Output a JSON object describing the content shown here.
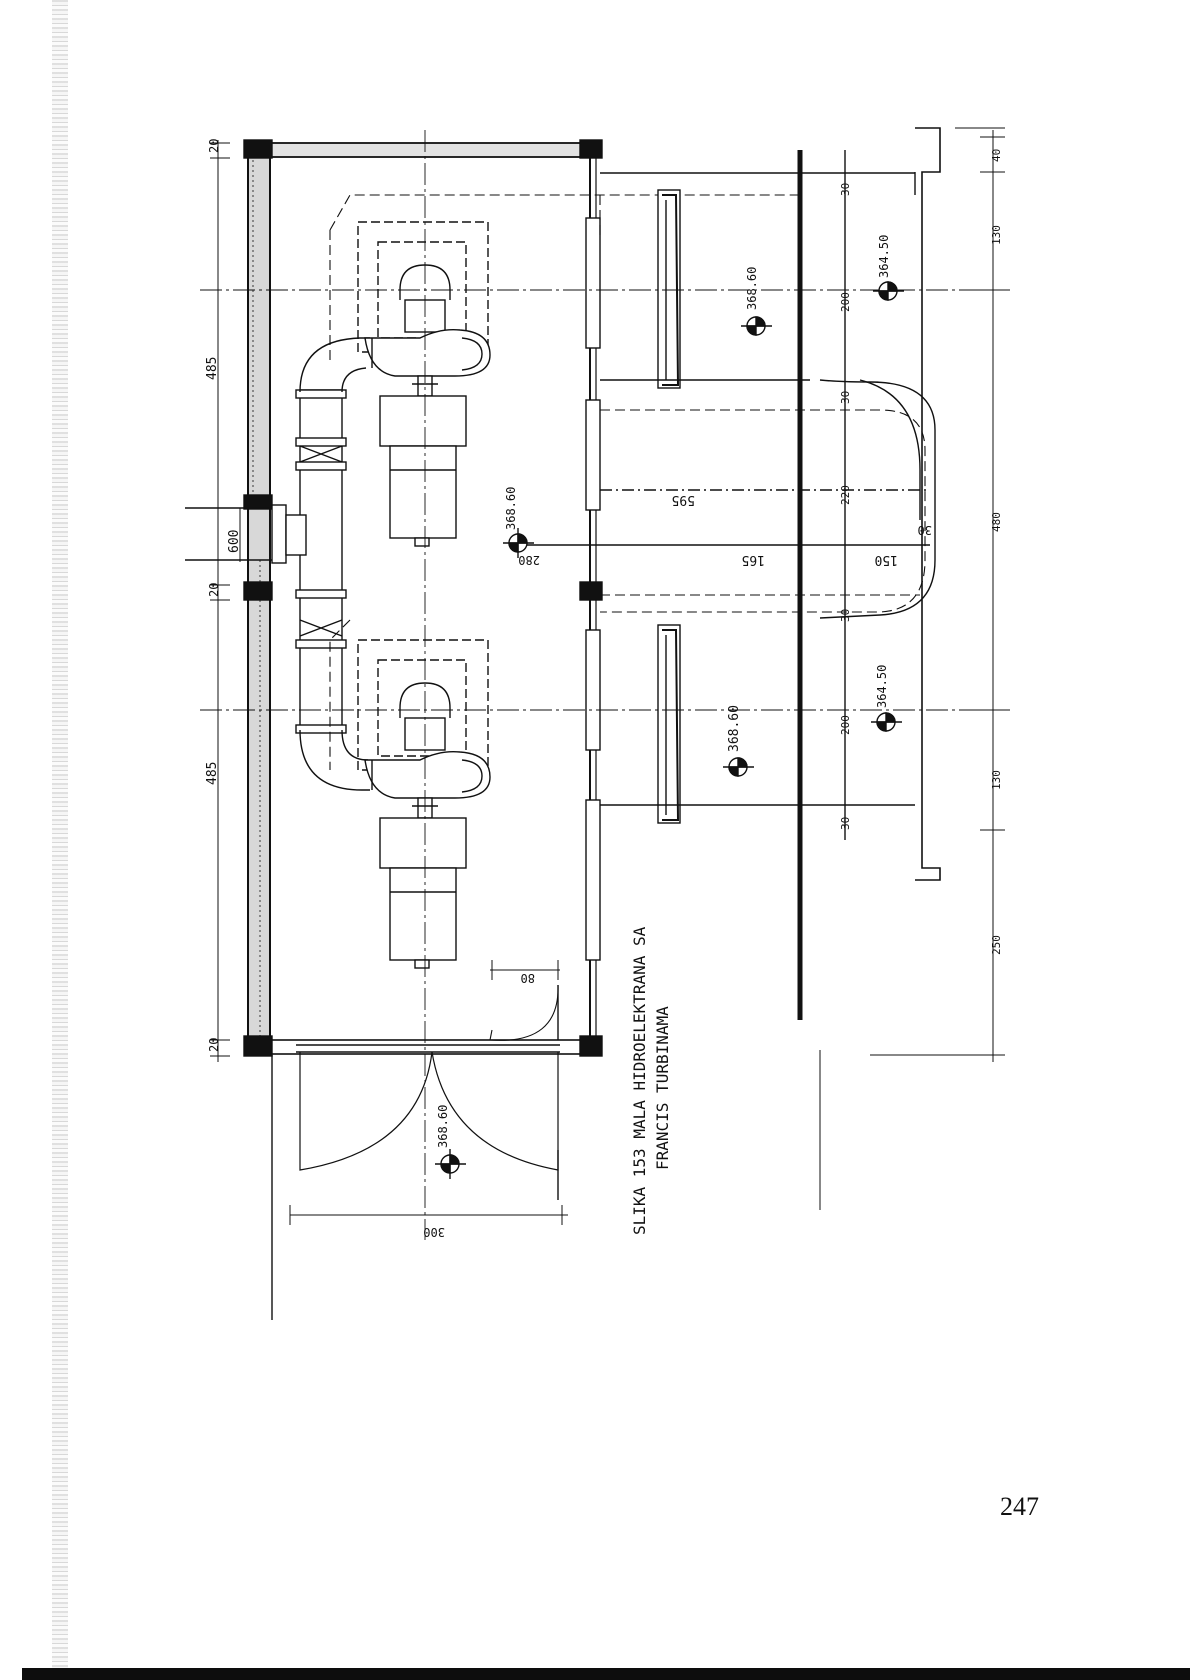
{
  "figure": {
    "caption_line1": "SLIKA  153 MALA  HIDROELEKTRANA  SA",
    "caption_line2": "FRANCIS  TURBINAMA"
  },
  "dimensions": {
    "wall_top": "20",
    "wall_mid": "20",
    "wall_bottom": "20",
    "span_upper": "485",
    "span_lower": "485",
    "pipe_diameter": "600",
    "door_width": "80",
    "entrance_width": "300",
    "canal_length": "595",
    "dist_280": "280",
    "dist_165": "165",
    "dist_150": "150",
    "dist_30_curve": "30",
    "ch_30_a": "30",
    "ch_200_a": "200",
    "ch_30_b": "30",
    "ch_220": "220",
    "ch_30_c": "30",
    "ch_200_b": "200",
    "ch_30_d": "30",
    "right_40": "40",
    "right_130_a": "130",
    "right_480": "480",
    "right_130_b": "130",
    "right_250": "250"
  },
  "levels": {
    "machine_hall": "368.60",
    "outlet_upper": "368.60",
    "outlet_lower": "368.60",
    "tailwater_upper": "364.50",
    "tailwater_lower": "364.50",
    "entrance": "368.60"
  },
  "page": {
    "number": "247"
  }
}
